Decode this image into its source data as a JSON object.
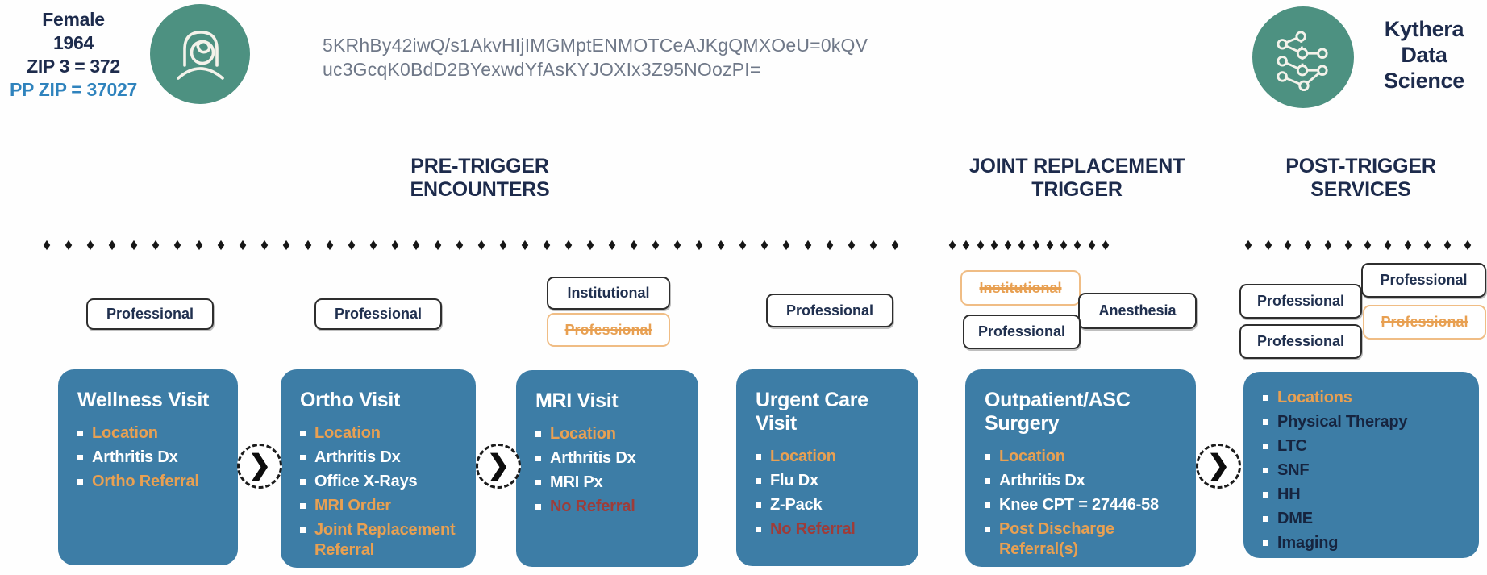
{
  "patient": {
    "gender": "Female",
    "birth_year": "1964",
    "zip3": "ZIP 3 = 372",
    "pp_zip": "PP ZIP = 37027"
  },
  "hash": {
    "line1": "5KRhBy42iwQ/s1AkvHIjIMGMptENMOTCeAJKgQMXOeU=0kQV",
    "line2": "uc3GcqK0BdD2BYexwdYfAsKYJOXIx3Z95NOozPI="
  },
  "brand": {
    "line1": "Kythera",
    "line2": "Data",
    "line3": "Science"
  },
  "sections": {
    "pre": {
      "line1": "PRE-TRIGGER",
      "line2": "ENCOUNTERS"
    },
    "trigger": {
      "line1": "JOINT REPLACEMENT",
      "line2": "TRIGGER"
    },
    "post": {
      "line1": "POST-TRIGGER",
      "line2": "SERVICES"
    }
  },
  "claim_labels": {
    "wellness_professional": "Professional",
    "ortho_professional": "Professional",
    "mri_institutional": "Institutional",
    "mri_professional_excluded": "Professional",
    "urgent_professional": "Professional",
    "surgery_institutional_excluded": "Institutional",
    "surgery_anesthesia": "Anesthesia",
    "surgery_professional": "Professional",
    "post_professional_1": "Professional",
    "post_professional_2": "Professional",
    "post_professional_excluded": "Professional",
    "post_professional_3": "Professional"
  },
  "cards": [
    {
      "title": "Wellness Visit",
      "items": [
        {
          "text": "Location",
          "color": "orange"
        },
        {
          "text": "Arthritis Dx",
          "color": "white"
        },
        {
          "text": "Ortho Referral",
          "color": "orange"
        }
      ]
    },
    {
      "title": "Ortho Visit",
      "items": [
        {
          "text": "Location",
          "color": "orange"
        },
        {
          "text": "Arthritis Dx",
          "color": "white"
        },
        {
          "text": "Office X-Rays",
          "color": "white"
        },
        {
          "text": "MRI Order",
          "color": "orange"
        },
        {
          "text": "Joint Replacement Referral",
          "color": "orange"
        }
      ]
    },
    {
      "title": "MRI Visit",
      "items": [
        {
          "text": "Location",
          "color": "orange"
        },
        {
          "text": "Arthritis Dx",
          "color": "white"
        },
        {
          "text": "MRI Px",
          "color": "white"
        },
        {
          "text": "No Referral",
          "color": "red"
        }
      ]
    },
    {
      "title": "Urgent Care Visit",
      "items": [
        {
          "text": "Location",
          "color": "orange"
        },
        {
          "text": "Flu Dx",
          "color": "white"
        },
        {
          "text": "Z-Pack",
          "color": "white"
        },
        {
          "text": "No Referral",
          "color": "red"
        }
      ]
    },
    {
      "title": "Outpatient/ASC Surgery",
      "items": [
        {
          "text": "Location",
          "color": "orange"
        },
        {
          "text": "Arthritis Dx",
          "color": "white"
        },
        {
          "text": "Knee CPT = 27446-58",
          "color": "white"
        },
        {
          "text": "Post Discharge Referral(s)",
          "color": "orange"
        }
      ]
    },
    {
      "title": "",
      "items": [
        {
          "text": "Locations",
          "color": "orange"
        },
        {
          "text": "Physical Therapy",
          "color": "dark"
        },
        {
          "text": "LTC",
          "color": "dark"
        },
        {
          "text": "SNF",
          "color": "dark"
        },
        {
          "text": "HH",
          "color": "dark"
        },
        {
          "text": "DME",
          "color": "dark"
        },
        {
          "text": "Imaging",
          "color": "dark"
        }
      ]
    }
  ],
  "icons": {
    "chevron": "❯"
  },
  "colors": {
    "orange": "#e8a052",
    "white": "#ffffff",
    "red": "#9e3c39",
    "dark": "#16243f",
    "navy": "#1d2b4c",
    "link_blue": "#2f83bd",
    "teal": "#4d9181",
    "card_blue": "#3d7da6"
  }
}
